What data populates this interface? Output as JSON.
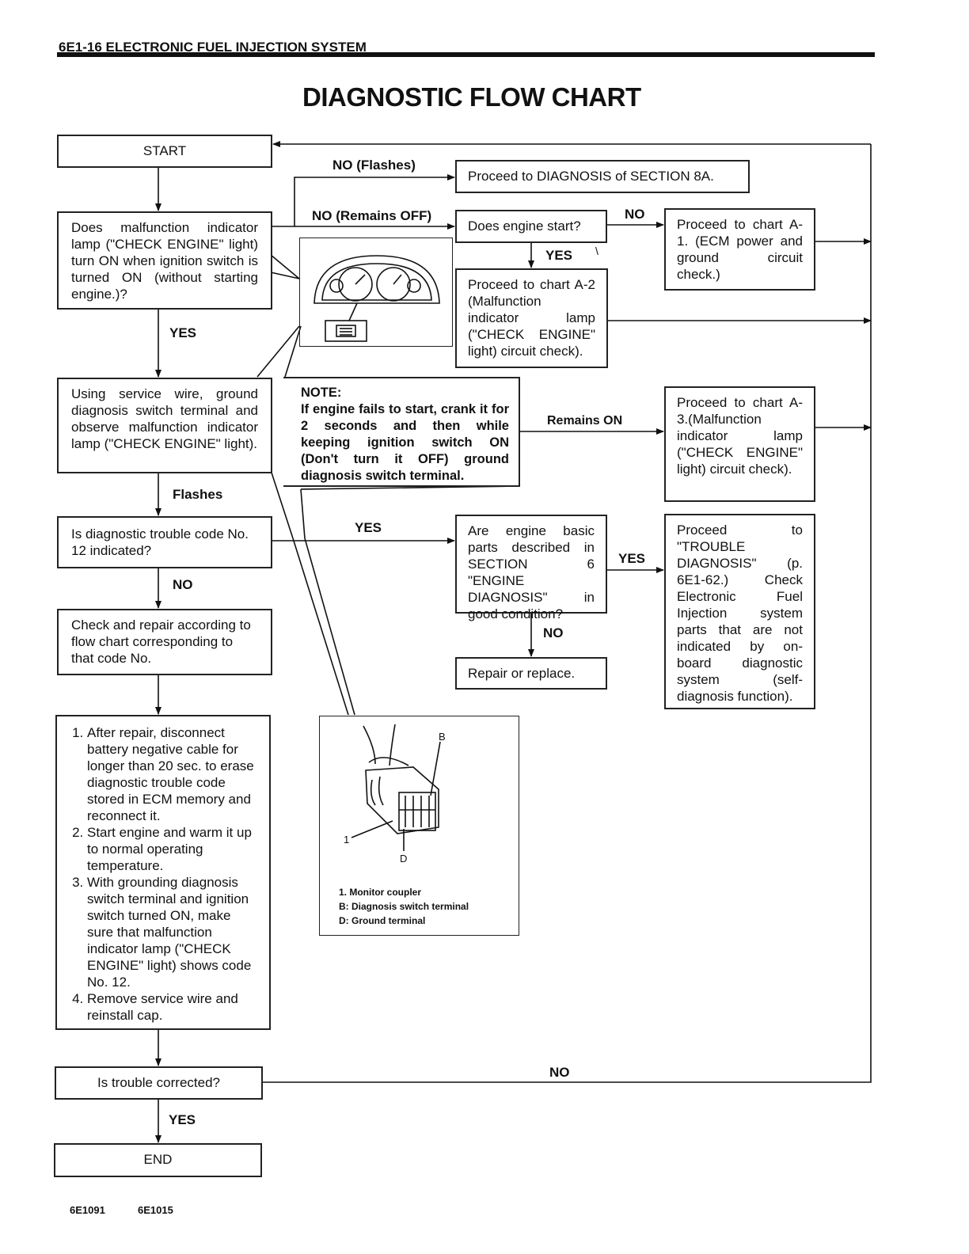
{
  "header": {
    "section": "6E1-16  ELECTRONIC FUEL INJECTION SYSTEM",
    "title": "DIAGNOSTIC FLOW CHART"
  },
  "boxes": {
    "start": "START",
    "mil_question": "Does malfunction indicator lamp (\"CHECK ENGINE\" light) turn ON when ignition switch is turned ON (without starting engine.)?",
    "service_wire": "Using service wire, ground diagnosis switch terminal and observe malfunction indicator lamp (\"CHECK ENGINE\" light).",
    "code12": "Is diagnostic trouble code No. 12 indicated?",
    "check_repair": "Check and repair according to flow chart corresponding to that code No.",
    "steps": [
      "After repair, disconnect battery negative cable for longer than 20 sec. to erase diagnostic trouble code stored in ECM memory and reconnect it.",
      "Start engine and warm it up to normal operating temperature.",
      "With grounding diagnosis switch terminal and ignition switch turned ON, make sure that malfunction indicator lamp (\"CHECK ENGINE\" light) shows code No. 12.",
      "Remove service wire and reinstall cap."
    ],
    "corrected": "Is trouble corrected?",
    "end": "END",
    "section8a": "Proceed to DIAGNOSIS of SECTION 8A.",
    "engine_start": "Does engine start?",
    "chart_a1": "Proceed to chart A-1. (ECM power and ground circuit check.)",
    "chart_a2": "Proceed to chart A-2 (Malfunction indicator lamp (\"CHECK ENGINE\" light) circuit check).",
    "note_title": "NOTE:",
    "note_body": "If engine fails to start, crank it for 2 seconds and then while keeping ignition switch ON (Don't turn it OFF) ground diagnosis switch terminal.",
    "chart_a3": "Proceed to chart A-3.(Malfunction indicator lamp (\"CHECK ENGINE\" light) circuit check).",
    "basic_parts": "Are engine basic parts described in SECTION 6 \"ENGINE DIAGNOSIS\" in good condition?",
    "trouble_diag": "Proceed to \"TROUBLE DIAGNOSIS\" (p. 6E1-62.) Check Electronic Fuel Injection system parts that are not indicated by on-board diagnostic system (self-diagnosis function).",
    "repair_replace": "Repair or replace."
  },
  "labels": {
    "no_flashes": "NO (Flashes)",
    "no_remains_off": "NO (Remains OFF)",
    "no_engine": "NO",
    "yes_engine": "YES",
    "yes_mil": "YES",
    "flashes": "Flashes",
    "remains_on": "Remains ON",
    "yes_code12": "YES",
    "no_code12": "NO",
    "yes_basic": "YES",
    "no_basic": "NO",
    "no_corrected": "NO",
    "yes_corrected": "YES"
  },
  "coupler": {
    "label_b": "B",
    "label_d": "D",
    "label_1": "1",
    "legend": [
      "1. Monitor coupler",
      "B: Diagnosis switch terminal",
      "D: Ground terminal"
    ]
  },
  "footer": {
    "fig1": "6E1091",
    "fig2": "6E1015"
  }
}
